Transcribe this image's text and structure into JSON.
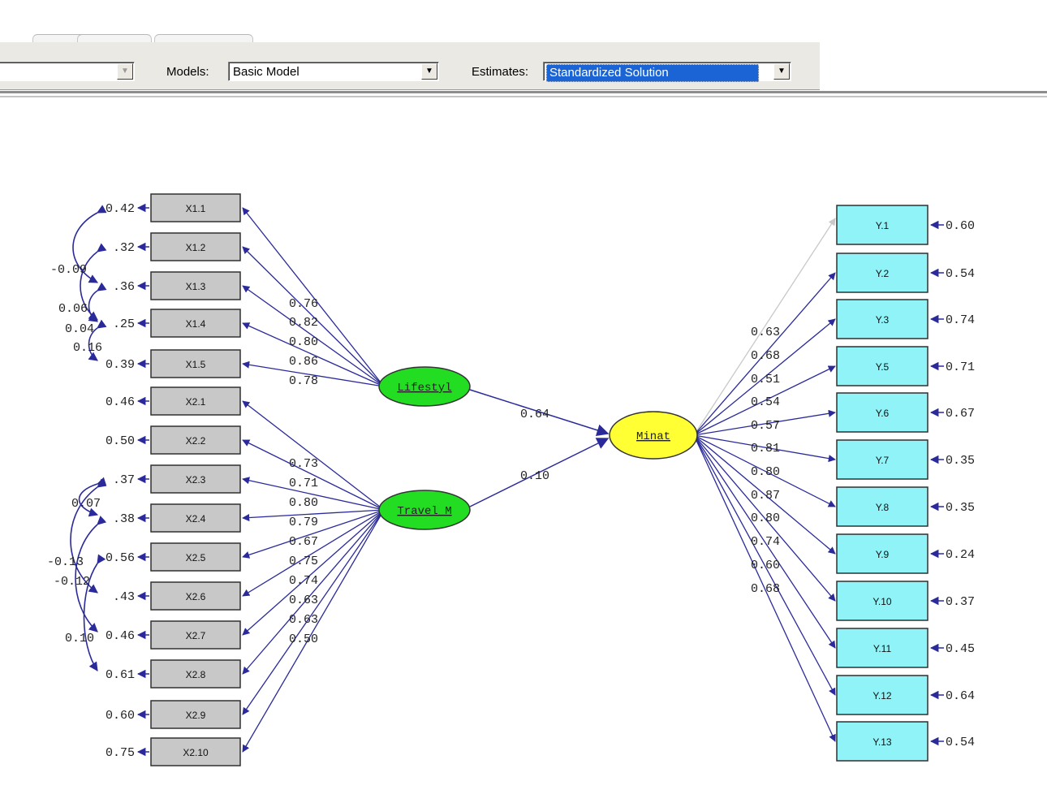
{
  "toolbar": {
    "models_label": "Models:",
    "models_value": "Basic Model",
    "estimates_label": "Estimates:",
    "estimates_value": "Standardized Solution",
    "first_combo_value": ""
  },
  "diagram": {
    "latent": {
      "lifestyle": "Lifestyl",
      "travel": "Travel_M",
      "minat": "Minat"
    },
    "structural_paths": {
      "lifestyle_to_minat": "0.64",
      "travel_to_minat": "0.10"
    },
    "x_indicators": [
      {
        "label": "X1.1",
        "error": "0.42",
        "loading": "0.76"
      },
      {
        "label": "X1.2",
        "error": ".32",
        "loading": "0.82"
      },
      {
        "label": "X1.3",
        "error": ".36",
        "loading": "0.80"
      },
      {
        "label": "X1.4",
        "error": ".25",
        "loading": "0.86"
      },
      {
        "label": "X1.5",
        "error": "0.39",
        "loading": "0.78"
      },
      {
        "label": "X2.1",
        "error": "0.46",
        "loading": "0.73"
      },
      {
        "label": "X2.2",
        "error": "0.50",
        "loading": "0.71"
      },
      {
        "label": "X2.3",
        "error": ".37",
        "loading": "0.80"
      },
      {
        "label": "X2.4",
        "error": ".38",
        "loading": "0.79"
      },
      {
        "label": "X2.5",
        "error": "0.56",
        "loading": "0.67"
      },
      {
        "label": "X2.6",
        "error": ".43",
        "loading": "0.75"
      },
      {
        "label": "X2.7",
        "error": "0.46",
        "loading": "0.74"
      },
      {
        "label": "X2.8",
        "error": "0.61",
        "loading": "0.63"
      },
      {
        "label": "X2.9",
        "error": "0.60",
        "loading": "0.63"
      },
      {
        "label": "X2.10",
        "error": "0.75",
        "loading": "0.50"
      }
    ],
    "y_indicators": [
      {
        "label": "Y.1",
        "error": "0.60",
        "loading": "0.63"
      },
      {
        "label": "Y.2",
        "error": "0.54",
        "loading": "0.68"
      },
      {
        "label": "Y.3",
        "error": "0.74",
        "loading": "0.51"
      },
      {
        "label": "Y.5",
        "error": "0.71",
        "loading": "0.54"
      },
      {
        "label": "Y.6",
        "error": "0.67",
        "loading": "0.57"
      },
      {
        "label": "Y.7",
        "error": "0.35",
        "loading": "0.81"
      },
      {
        "label": "Y.8",
        "error": "0.35",
        "loading": "0.80"
      },
      {
        "label": "Y.9",
        "error": "0.24",
        "loading": "0.87"
      },
      {
        "label": "Y.10",
        "error": "0.37",
        "loading": "0.80"
      },
      {
        "label": "Y.11",
        "error": "0.45",
        "loading": "0.74"
      },
      {
        "label": "Y.12",
        "error": "0.64",
        "loading": "0.60"
      },
      {
        "label": "Y.13",
        "error": "0.54",
        "loading": "0.68"
      }
    ],
    "covariances": [
      {
        "value": "-0.09",
        "between": "X1.1-X1.3"
      },
      {
        "value": "0.06",
        "between": "X1.2-X1.4"
      },
      {
        "value": "0.04",
        "between": "X1.3-X1.4"
      },
      {
        "value": "0.16",
        "between": "X1.4-X1.5"
      },
      {
        "value": "0.07",
        "between": "X2.3-X2.4"
      },
      {
        "value": "-0.13",
        "between": "X2.3-X2.6"
      },
      {
        "value": "-0.12",
        "between": "X2.4-X2.7"
      },
      {
        "value": "0.10",
        "between": "X2.5-X2.8"
      }
    ]
  },
  "colors": {
    "x_box": "#c8c8c8",
    "y_box": "#8ff3f8",
    "exogenous_latent": "#22dd22",
    "endogenous_latent": "#ffff33",
    "path": "#2a2a9a",
    "selection": "#1a64d6"
  }
}
